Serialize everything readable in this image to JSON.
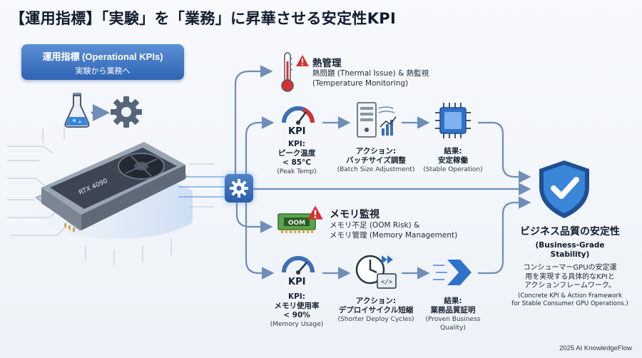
{
  "title": "【運用指標】「実験」を「業務」に昇華させる安定性KPI",
  "badge": {
    "line1": "運用指標 (Operational KPIs)",
    "line2": "実験から業務へ"
  },
  "gpu_label": "RTX 4090",
  "thermal": {
    "title": "熱管理",
    "desc1": "熱問題 (Thermal Issue) & 熱監視",
    "desc2": "(Temperature Monitoring)",
    "kpi": {
      "head": "KPI",
      "l1": "KPI:",
      "l2": "ピーク温度",
      "l3": "< 85°C",
      "l4": "(Peak Temp)"
    },
    "action": {
      "l1": "アクション:",
      "l2": "バッチサイズ調整",
      "l3": "(Batch Size Adjustment)"
    },
    "result": {
      "l1": "結果:",
      "l2": "安定稼働",
      "l3": "(Stable Operation)"
    }
  },
  "memory": {
    "title": "メモリ監視",
    "chip_label": "OOM",
    "desc1": "メモリ不足 (OOM Risk) &",
    "desc2": "メモリ管理 (Memory Management)",
    "kpi": {
      "head": "KPI",
      "l1": "KPI:",
      "l2": "メモリ使用率",
      "l3": "< 90%",
      "l4": "(Memory Usage)"
    },
    "action": {
      "l1": "アクション:",
      "l2": "デプロイサイクル短縮",
      "l3": "(Shorter Deploy Cycles)"
    },
    "result": {
      "l1": "結果:",
      "l2": "業務品質証明",
      "l3": "(Proven Business",
      "l4": "Quality)"
    }
  },
  "outcome": {
    "title": "ビジネス品質の安定性",
    "sub1": "(Business-Grade",
    "sub2": "Stability)",
    "d1": "コンシューマーGPUの安定運",
    "d2": "用を実現する具体的なKPIと",
    "d3": "アクションフレームワーク。",
    "e1": "(Concrete KPI & Action Framework",
    "e2": "for Stable Consumer GPU Operations.)"
  },
  "footer": "2025 AI KnowledgeFlow",
  "colors": {
    "accent": "#2e64b4",
    "line": "#6f8db8",
    "warn": "#d93030",
    "shield": "#2f73c9"
  },
  "icons": [
    "flask-icon",
    "gear-icon",
    "thermometer-icon",
    "warning-icon",
    "gauge-icon",
    "server-icon",
    "chip-icon",
    "memory-chip-icon",
    "clock-icon",
    "arrows-icon",
    "shield-check-icon"
  ]
}
